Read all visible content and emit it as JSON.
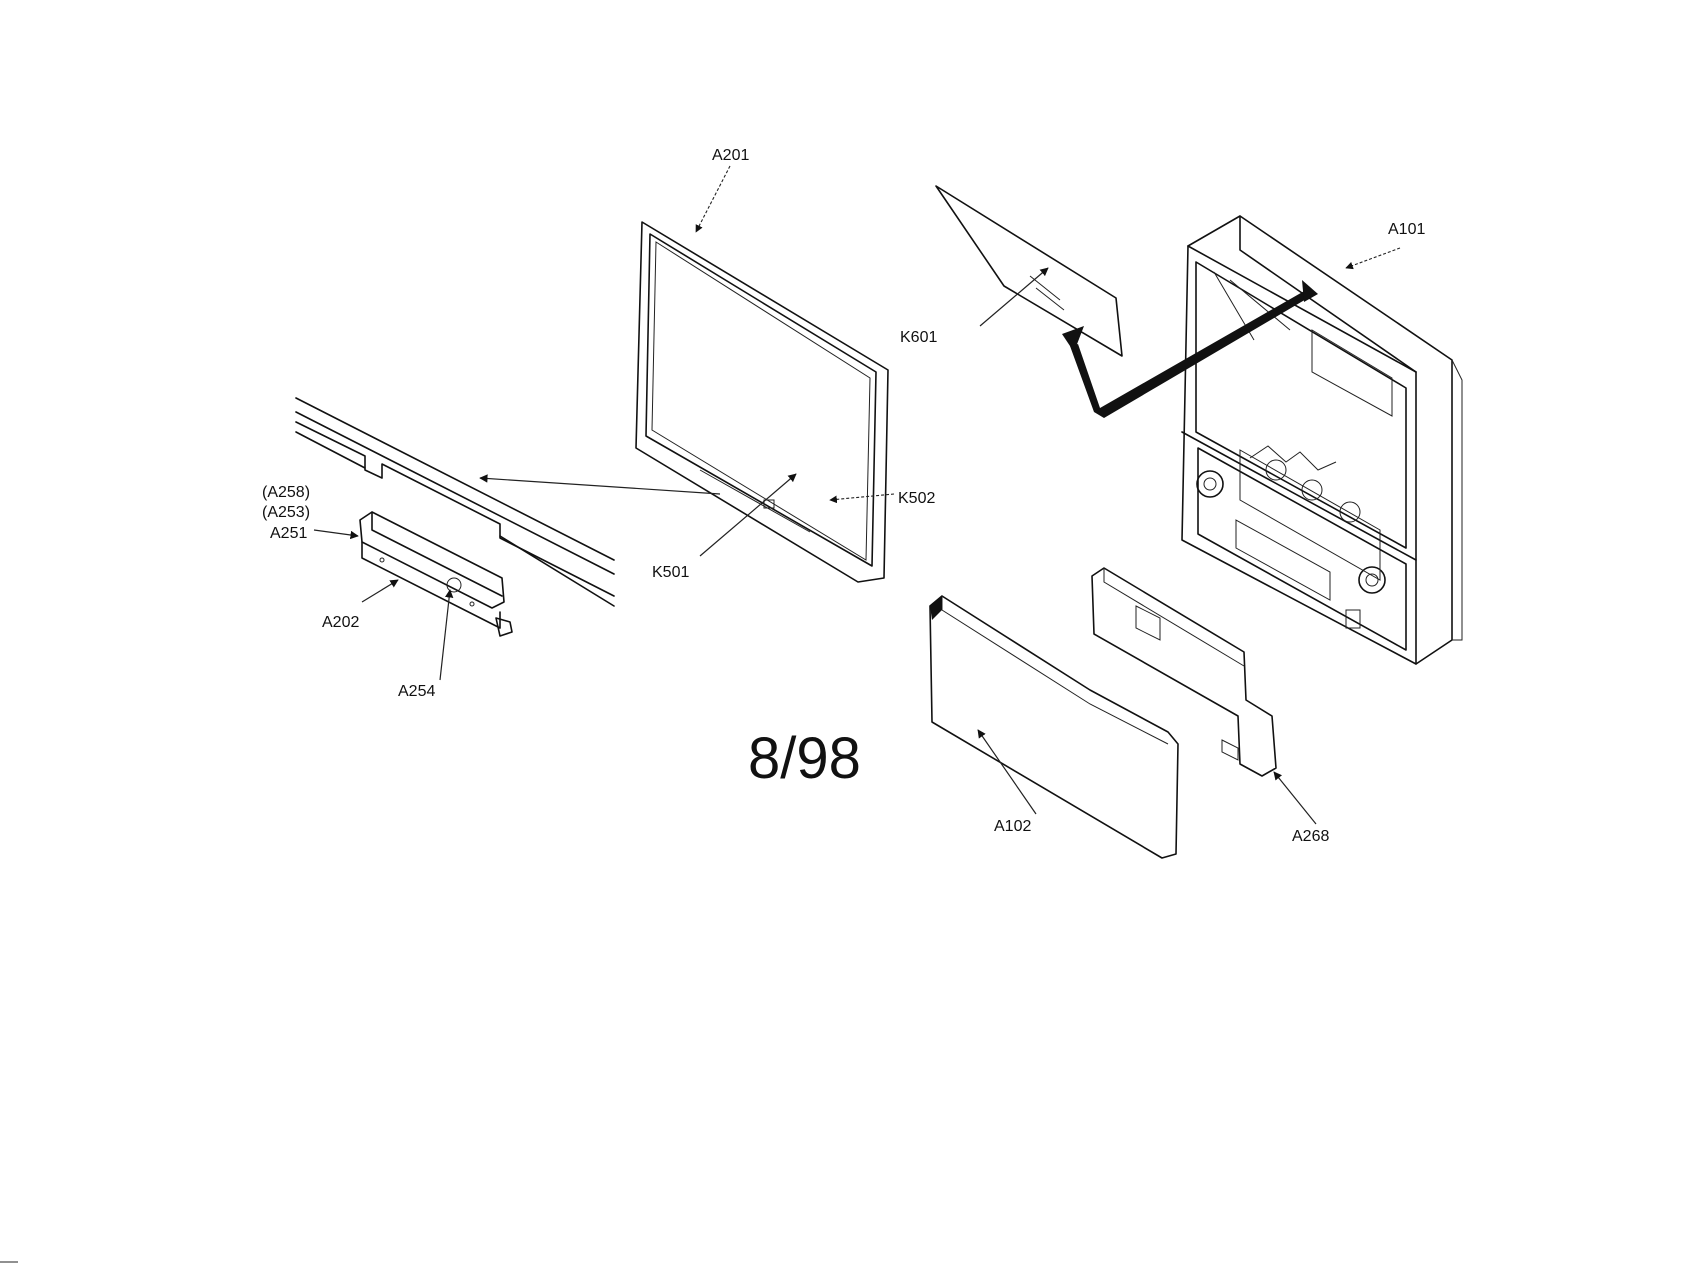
{
  "diagram": {
    "labels": {
      "a201": "A201",
      "a101": "A101",
      "k601": "K601",
      "a258": "(A258)",
      "a253": "(A253)",
      "a251": "A251",
      "a202": "A202",
      "a254": "A254",
      "k501": "K501",
      "k502": "K502",
      "a102": "A102",
      "a268": "A268"
    },
    "date_code": "8/98"
  }
}
